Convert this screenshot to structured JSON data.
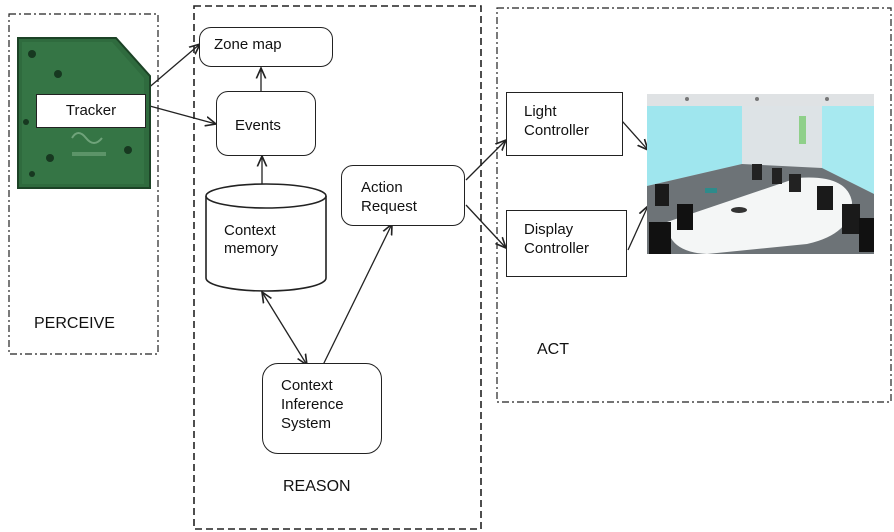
{
  "perceive": {
    "label": "PERCEIVE",
    "tracker_label": "Tracker"
  },
  "reason": {
    "label": "REASON",
    "zone_map": "Zone map",
    "events": "Events",
    "context_memory": [
      "Context",
      "memory"
    ],
    "action_request": [
      "Action",
      "Request"
    ],
    "inference_system": [
      "Context",
      "Inference",
      "System"
    ]
  },
  "act": {
    "label": "ACT",
    "light_controller": [
      "Light",
      "Controller"
    ],
    "display_controller": [
      "Display",
      "Controller"
    ]
  },
  "colors": {
    "device_green": "#2f6b3e",
    "wall_cyan": "#9fe6ee",
    "table_white": "#f4f6f6"
  }
}
